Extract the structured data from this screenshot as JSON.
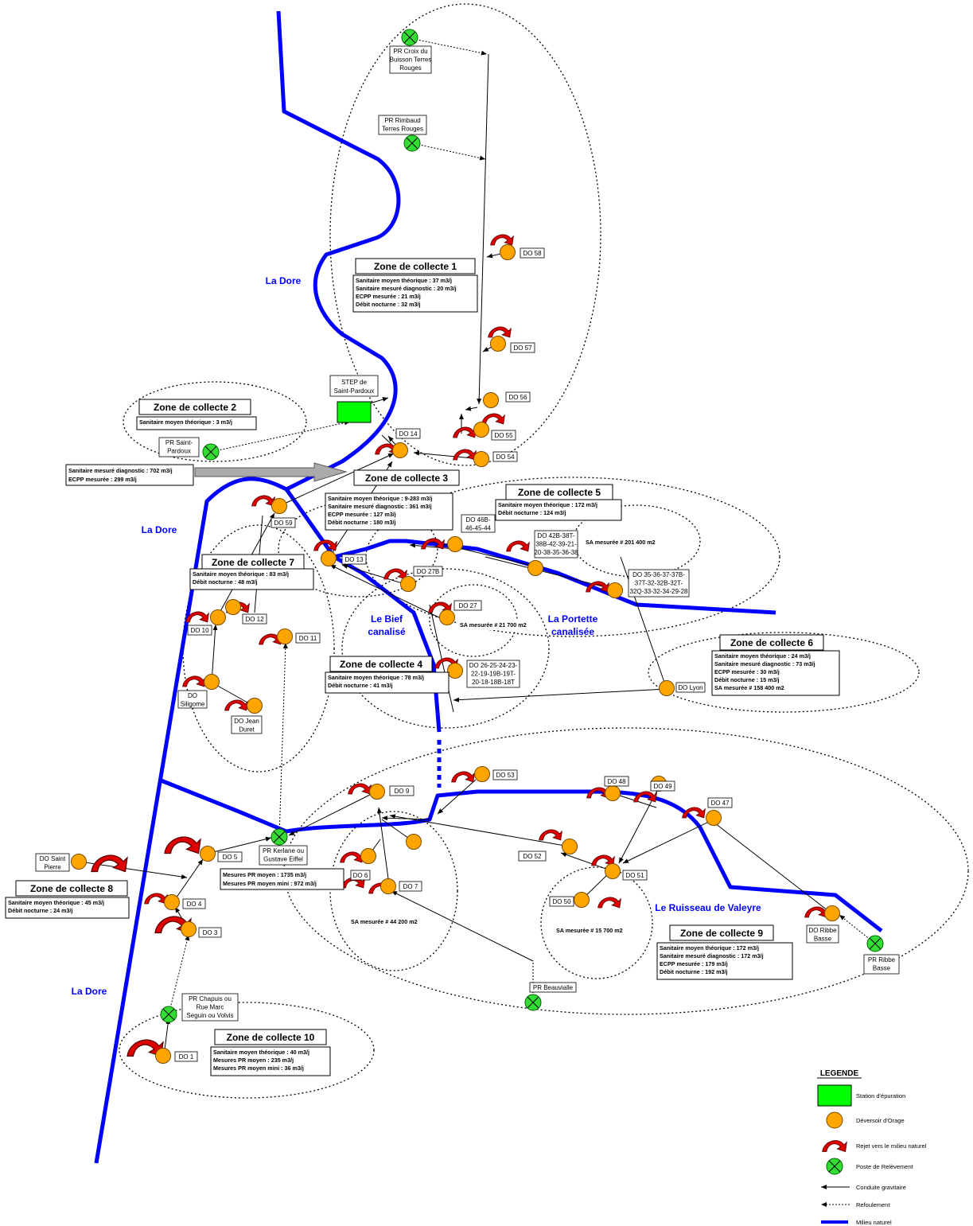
{
  "rivers": [
    {
      "id": "dore-1",
      "label": "La Dore"
    },
    {
      "id": "dore-2",
      "label": "La Dore"
    },
    {
      "id": "dore-3",
      "label": "La Dore"
    },
    {
      "id": "bief",
      "label": "Le Bief canalisé"
    },
    {
      "id": "portette",
      "label": "La Portette canalisée"
    },
    {
      "id": "valeyre",
      "label": "Le Ruisseau de Valeyre"
    }
  ],
  "zones": [
    {
      "id": "z1",
      "title": "Zone de collecte 1",
      "lines": [
        "Sanitaire moyen théorique : 37 m3/j",
        "Sanitaire mesuré diagnostic : 20 m3/j",
        "ECPP mesurée : 21 m3/j",
        "Débit nocturne : 32 m3/j"
      ]
    },
    {
      "id": "z2",
      "title": "Zone de collecte 2",
      "lines": [
        "Sanitaire moyen théorique : 3 m3/j"
      ]
    },
    {
      "id": "z3",
      "title": "Zone de collecte 3",
      "lines": [
        "Sanitaire moyen théorique : 9-283 m3/j",
        "Sanitaire mesuré diagnostic : 361 m3/j",
        "ECPP mesurée : 127 m3/j",
        "Débit nocturne : 180 m3/j"
      ]
    },
    {
      "id": "z4",
      "title": "Zone de collecte 4",
      "lines": [
        "Sanitaire moyen théorique : 78 m3/j",
        "Débit nocturne : 41 m3/j"
      ]
    },
    {
      "id": "z5",
      "title": "Zone de collecte 5",
      "lines": [
        "Sanitaire moyen théorique : 172 m3/j",
        "Débit nocturne : 124 m3/j"
      ]
    },
    {
      "id": "z6",
      "title": "Zone de collecte 6",
      "lines": [
        "Sanitaire moyen théorique : 24 m3/j",
        "Sanitaire mesuré diagnostic : 73 m3/j",
        "ECPP mesurée : 30 m3/j",
        "Débit nocturne : 15 m3/j",
        "SA mesurée # 158 400 m2"
      ]
    },
    {
      "id": "z7",
      "title": "Zone de collecte 7",
      "lines": [
        "Sanitaire moyen théorique : 83 m3/j",
        "Débit nocturne : 48 m3/j"
      ]
    },
    {
      "id": "z8",
      "title": "Zone de collecte 8",
      "lines": [
        "Sanitaire moyen théorique : 45 m3/j",
        "Débit nocturne : 24 m3/j"
      ]
    },
    {
      "id": "z9",
      "title": "Zone de collecte 9",
      "lines": [
        "Sanitaire moyen théorique : 172 m3/j",
        "Sanitaire mesuré diagnostic : 172 m3/j",
        "ECPP mesurée : 179 m3/j",
        "Débit nocturne : 192 m3/j"
      ]
    },
    {
      "id": "z10",
      "title": "Zone de collecte 10",
      "lines": [
        "Sanitaire moyen théorique : 40 m3/j",
        "Mesures PR moyen : 235 m3/j",
        "Mesures PR moyen mini : 36 m3/j"
      ]
    }
  ],
  "infoBoxes": [
    {
      "id": "step-in",
      "lines": [
        "Sanitaire mesuré diagnostic : 702 m3/j",
        "ECPP mesurée : 299 m3/j"
      ]
    },
    {
      "id": "pr-kerlane",
      "lines": [
        "Mesures PR moyen : 1735 m3/j",
        "Mesures PR moyen mini : 972 m3/j"
      ]
    },
    {
      "id": "sa5",
      "lines": [
        "SA mesurée # 201 400 m2"
      ]
    },
    {
      "id": "sa27",
      "lines": [
        "SA mesurée # 21 700 m2"
      ]
    },
    {
      "id": "sa44",
      "lines": [
        "SA mesurée # 44 200 m2"
      ]
    },
    {
      "id": "sa15",
      "lines": [
        "SA mesurée # 15 700 m2"
      ]
    }
  ],
  "step": {
    "label": [
      "STEP de",
      "Saint-Pardoux"
    ]
  },
  "pumps": [
    {
      "id": "pr-croix",
      "lines": [
        "PR  Croix du",
        "Buisson Terres",
        "Rouges"
      ]
    },
    {
      "id": "pr-rimbaud",
      "lines": [
        "PR  Rimbaud",
        "Terres Rouges"
      ]
    },
    {
      "id": "pr-stpardoux",
      "lines": [
        "PR  Saint-",
        "Pardoux"
      ]
    },
    {
      "id": "pr-kerlane",
      "lines": [
        "PR  Kerlane ou",
        "Gustave Eiffel"
      ]
    },
    {
      "id": "pr-chapuis",
      "lines": [
        "PR  Chapuis ou",
        "Rue Marc",
        "Seguin ou Volvis"
      ]
    },
    {
      "id": "pr-beauvialle",
      "lines": [
        "PR Beauvialle"
      ]
    },
    {
      "id": "pr-ribbe",
      "lines": [
        "PR Ribbe",
        "Basse"
      ]
    }
  ],
  "overflows": [
    {
      "id": "do58",
      "lines": [
        "DO 58"
      ]
    },
    {
      "id": "do57",
      "lines": [
        "DO 57"
      ]
    },
    {
      "id": "do56",
      "lines": [
        "DO 56"
      ]
    },
    {
      "id": "do55",
      "lines": [
        "DO 55"
      ]
    },
    {
      "id": "do54",
      "lines": [
        "DO 54"
      ]
    },
    {
      "id": "do14",
      "lines": [
        "DO 14"
      ]
    },
    {
      "id": "do59",
      "lines": [
        "DO 59"
      ]
    },
    {
      "id": "do13",
      "lines": [
        "DO 13"
      ]
    },
    {
      "id": "do46b",
      "lines": [
        "DO 46B-",
        "46-45-44"
      ]
    },
    {
      "id": "do42b",
      "lines": [
        "DO 42B-38T-",
        "38B-42-39-21-",
        "20-38-35-36-38"
      ]
    },
    {
      "id": "do35",
      "lines": [
        "DO 35-36-37-37B-",
        "37T-32-32B-32T-",
        "32Q-33-32-34-29-28"
      ]
    },
    {
      "id": "do27b",
      "lines": [
        "DO 27B"
      ]
    },
    {
      "id": "do27",
      "lines": [
        "DO 27"
      ]
    },
    {
      "id": "do26",
      "lines": [
        "DO 26-25-24-23-",
        "22-19-19B-19T-",
        "20-18-18B-18T"
      ]
    },
    {
      "id": "dolyon",
      "lines": [
        "DO Lyon"
      ]
    },
    {
      "id": "do12",
      "lines": [
        "DO 12"
      ]
    },
    {
      "id": "do10",
      "lines": [
        "DO 10"
      ]
    },
    {
      "id": "do11",
      "lines": [
        "DO 11"
      ]
    },
    {
      "id": "dosiligome",
      "lines": [
        "DO",
        "Siligome"
      ]
    },
    {
      "id": "dojean",
      "lines": [
        "DO Jean",
        "Duret"
      ]
    },
    {
      "id": "do53",
      "lines": [
        "DO 53"
      ]
    },
    {
      "id": "do9",
      "lines": [
        "DO 9"
      ]
    },
    {
      "id": "do48",
      "lines": [
        "DO 48"
      ]
    },
    {
      "id": "do49",
      "lines": [
        "DO 49"
      ]
    },
    {
      "id": "do47",
      "lines": [
        "DO 47"
      ]
    },
    {
      "id": "do5",
      "lines": [
        "DO 5"
      ]
    },
    {
      "id": "dostpierre",
      "lines": [
        "DO Saint",
        "Pierre"
      ]
    },
    {
      "id": "do4",
      "lines": [
        "DO 4"
      ]
    },
    {
      "id": "do3",
      "lines": [
        "DO 3"
      ]
    },
    {
      "id": "do6",
      "lines": [
        "DO 6"
      ]
    },
    {
      "id": "do7",
      "lines": [
        "DO 7"
      ]
    },
    {
      "id": "do52",
      "lines": [
        "DO 52"
      ]
    },
    {
      "id": "do51",
      "lines": [
        "DO 51"
      ]
    },
    {
      "id": "do50",
      "lines": [
        "DO 50"
      ]
    },
    {
      "id": "doribbe",
      "lines": [
        "DO Ribbe",
        "Basse"
      ]
    },
    {
      "id": "do1",
      "lines": [
        "DO 1"
      ]
    }
  ],
  "legend": {
    "title": "LEGENDE",
    "items": [
      {
        "id": "step",
        "label": "Station d'épuration"
      },
      {
        "id": "do",
        "label": "Déversoir d'Orage"
      },
      {
        "id": "rejet",
        "label": "Rejet vers le milieu naturel"
      },
      {
        "id": "pr",
        "label": "Poste de Relèvement"
      },
      {
        "id": "grav",
        "label": "Conduite gravitaire"
      },
      {
        "id": "refoul",
        "label": "Refoulement"
      },
      {
        "id": "milieu",
        "label": "Milieu naturel"
      }
    ]
  },
  "colors": {
    "river": "#0000ff",
    "overflow": "#ffa500",
    "step": "#00ff00",
    "pump": "#33dd33",
    "rejet": "#cc0000",
    "arrow": "#999999"
  }
}
